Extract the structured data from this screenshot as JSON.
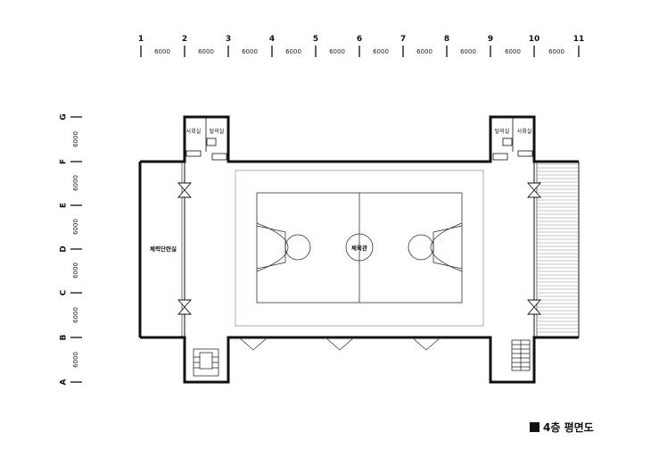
{
  "grid": {
    "columns": [
      "1",
      "2",
      "3",
      "4",
      "5",
      "6",
      "7",
      "8",
      "9",
      "10",
      "11"
    ],
    "column_spans": [
      "6000",
      "6000",
      "6000",
      "6000",
      "6000",
      "6000",
      "6000",
      "6000",
      "6000",
      "6000"
    ],
    "rows": [
      "G",
      "F",
      "E",
      "D",
      "C",
      "B",
      "A"
    ],
    "row_spans": [
      "6000",
      "6000",
      "6000",
      "6000",
      "6000",
      "6000"
    ]
  },
  "rooms": {
    "left_office": "사회실",
    "left_changing": "탈의실",
    "right_changing": "탈의실",
    "right_office": "사회실",
    "fitness_room": "체력단련실",
    "gymnasium": "체육관"
  },
  "legend": {
    "title": "4층 평면도"
  }
}
